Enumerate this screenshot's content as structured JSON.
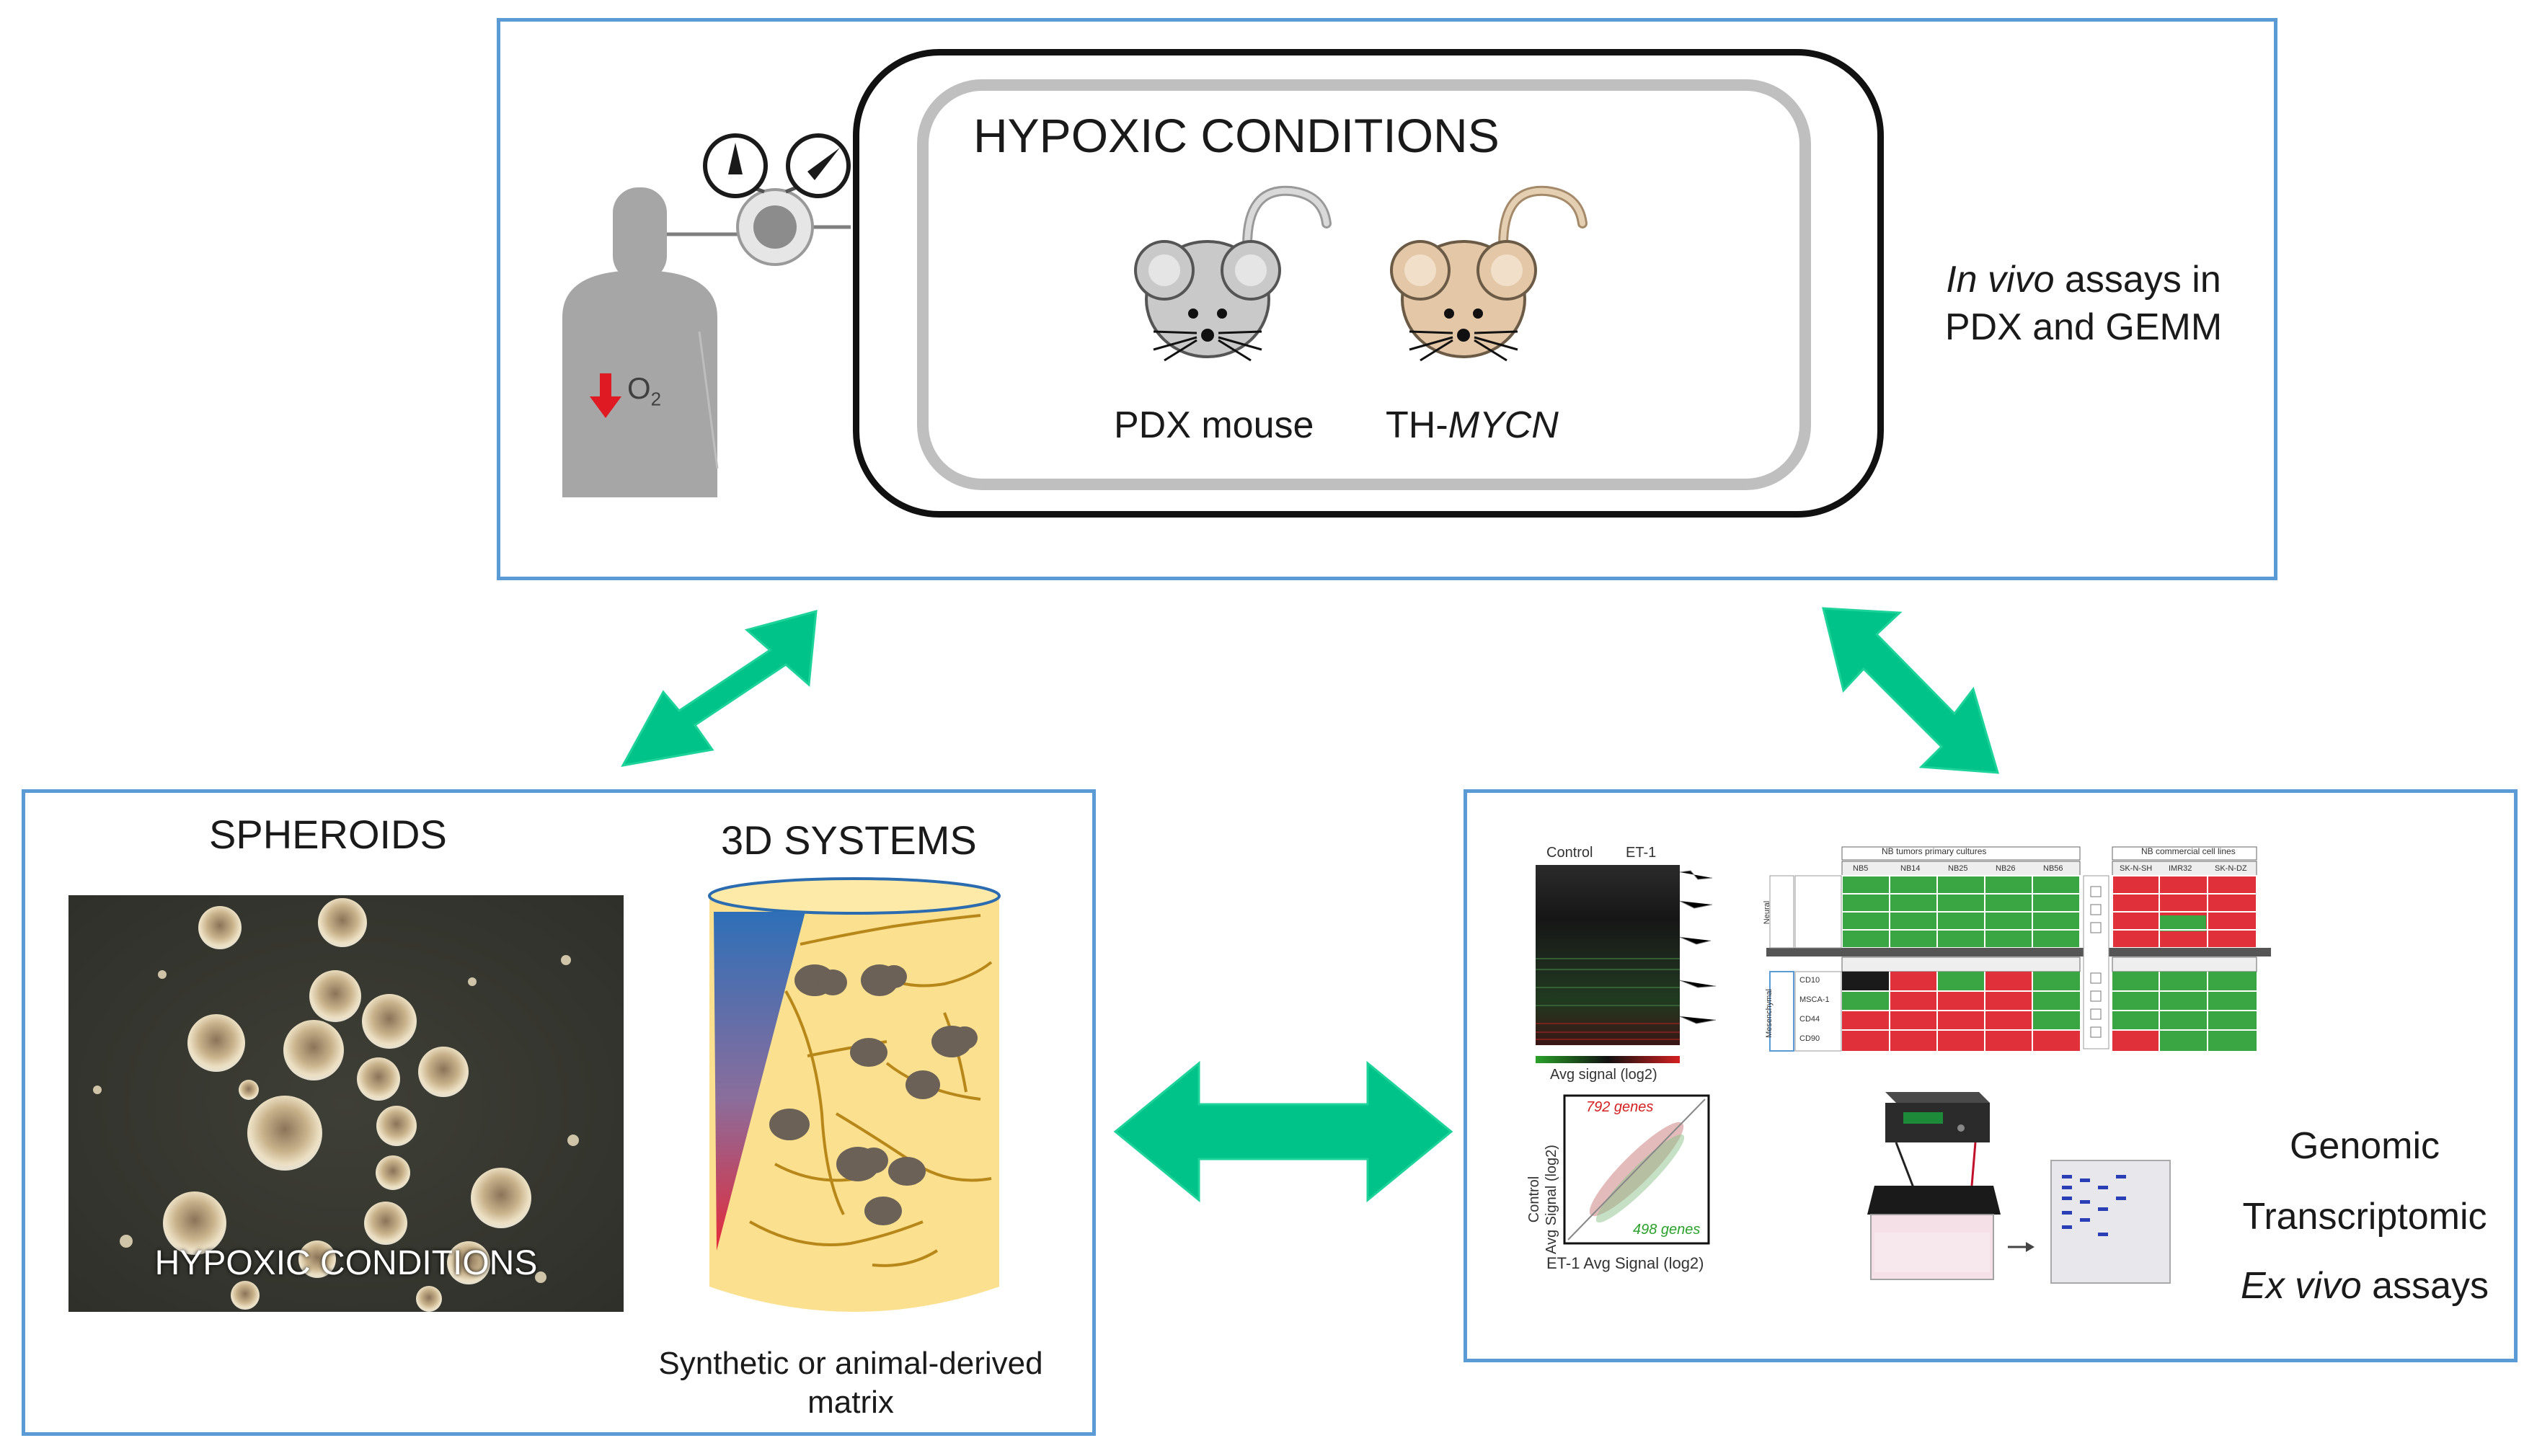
{
  "top_panel": {
    "chamber_title": "HYPOXIC CONDITIONS",
    "mouse1_label": "PDX mouse",
    "mouse2_prefix": "TH-",
    "mouse2_italic": "MYCN",
    "cylinder_label": "O",
    "cylinder_sub": "2",
    "side_italic": "In vivo",
    "side_line1_rest": " assays in",
    "side_line2": "PDX and GEMM"
  },
  "left_panel": {
    "spheroids_title": "SPHEROIDS",
    "spheroids_overlay": "HYPOXIC CONDITIONS",
    "systems_title": "3D SYSTEMS",
    "matrix_caption_line1": "Synthetic  or animal-derived",
    "matrix_caption_line2": "matrix"
  },
  "right_panel": {
    "label_genomic": "Genomic",
    "label_transcriptomic": "Transcriptomic",
    "label_exvivo_italic": "Ex vivo",
    "label_exvivo_rest": " assays",
    "heatmap_header_left": "Control",
    "heatmap_header_right": "ET-1",
    "heatmap_legend": "Avg signal (log2)",
    "scatter_ylabel_1": "Control",
    "scatter_ylabel_2": "Avg Signal (log2)",
    "scatter_xlabel": "ET-1 Avg Signal (log2)",
    "scatter_up": "792 genes",
    "scatter_down": "498 genes",
    "table_header_primary": "NB tumors primary cultures",
    "table_header_lines": "NB commercial cell lines",
    "table_cols_primary": [
      "NB5",
      "NB14",
      "NB25",
      "NB26",
      "NB56"
    ],
    "table_cols_lines": [
      "SK-N-SH",
      "IMR32",
      "SK-N-DZ"
    ],
    "table_group_top": "Neural",
    "table_group_bottom": "Mesenchymal",
    "table_rows_bottom": [
      "CD10",
      "MSCA-1",
      "CD44",
      "CD90"
    ]
  },
  "colors": {
    "panel_border": "#5b9bd5",
    "arrow": "#00c389",
    "arrow_light": "#1ed39a",
    "heat_green": "#3aa643",
    "heat_red": "#e0303a",
    "matrix_fill": "#fbe08f"
  }
}
